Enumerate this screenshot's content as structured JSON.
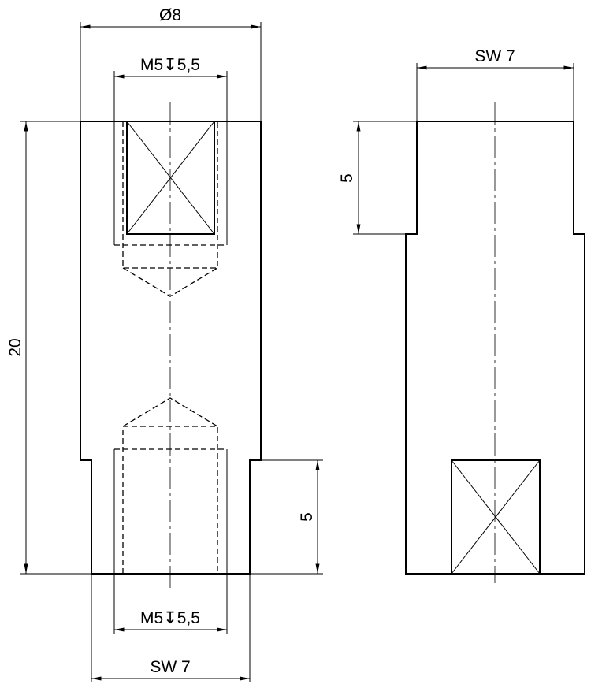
{
  "drawing": {
    "front_view": {
      "diameter_label": "Ø8",
      "thread_top_label": "M5↧5,5",
      "thread_bottom_label": "M5↧5,5",
      "length_label": "20",
      "hex_length_label": "5",
      "hex_width_label": "SW 7"
    },
    "side_view": {
      "hex_width_label": "SW 7",
      "hex_length_label": "5"
    },
    "line_color": "#000000"
  }
}
